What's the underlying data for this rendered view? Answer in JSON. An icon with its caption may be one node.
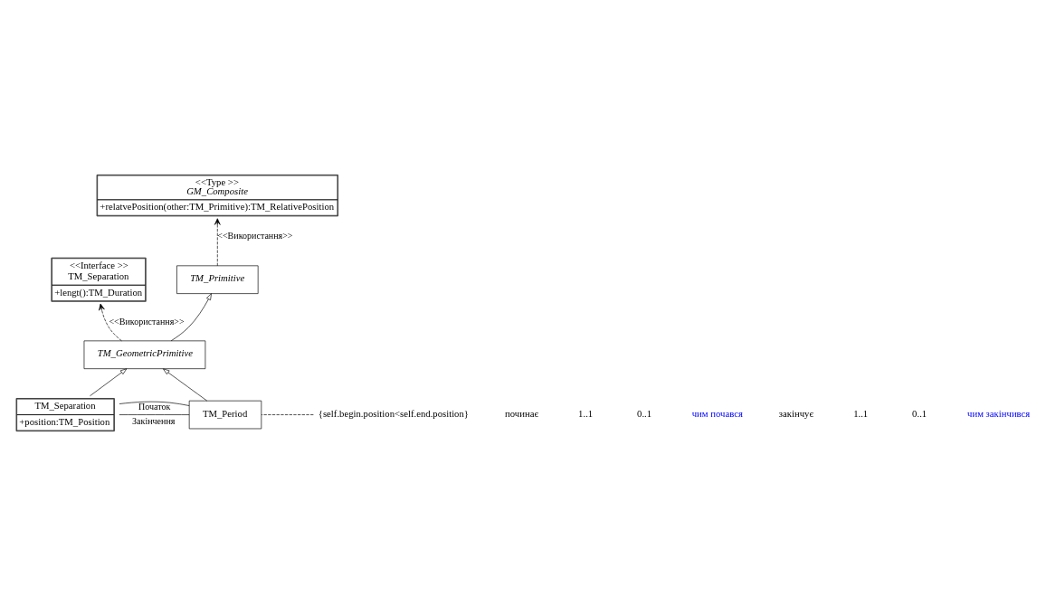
{
  "diagram": {
    "nodes": [
      {
        "text": [
          "<<Type >>",
          "GM_Composite",
          "+relatvePosition(other:TM_Primitive):TM_RelativePosition"
        ]
      },
      {
        "text": [
          "<<Interface >>",
          "TM_Separation",
          "+lengt():TM_Duration"
        ]
      },
      {
        "text": [
          "TM_Primitive"
        ]
      },
      {
        "text": [
          "TM_GeometricPrimitive"
        ]
      },
      {
        "text": [
          "TM_Separation",
          "+position:TM_Position"
        ]
      },
      {
        "text": [
          "TM_Period"
        ]
      },
      {
        "text": [
          "{self.begin.position<self.end.position}"
        ]
      }
    ],
    "edges": [
      {
        "from": 2,
        "to": 0,
        "arrow": "to",
        "style": "dashed",
        "label": "<<Використання>>"
      },
      {
        "from": 3,
        "to": 2,
        "arrow": "to"
      },
      {
        "from": 3,
        "to": 1,
        "arrow": "to",
        "style": "dashed",
        "label": "<<Використання>>"
      },
      {
        "from": 4,
        "to": 3,
        "arrow": "to"
      },
      {
        "from": 5,
        "to": 3,
        "arrow": "to"
      },
      {
        "from": 4,
        "to": 5,
        "arrow": "none",
        "label": "Початок"
      },
      {
        "from": 4,
        "to": 5,
        "arrow": "none",
        "label": "Закінчення"
      },
      {
        "from": 6,
        "to": 5,
        "arrow": "none",
        "style": "dashed"
      }
    ],
    "labels": [
      "починає",
      "1..1",
      "0..1",
      "чим почався",
      "закінчує",
      "1..1",
      "0..1",
      "чим закінчився"
    ]
  }
}
